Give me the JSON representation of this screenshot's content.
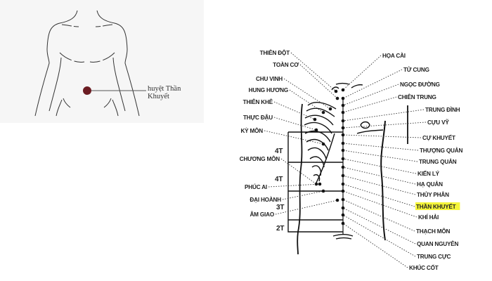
{
  "left_panel": {
    "point_label": "huyệt Thần Khuyết",
    "point_color": "#6b1c22"
  },
  "diagram": {
    "left_labels": [
      "THIÊN ĐỘT",
      "TOÀN CƠ",
      "CHU VINH",
      "HUNG HƯƠNG",
      "THIÊN KHÊ",
      "THỰC ĐẬU",
      "KỲ MÔN",
      "CHƯƠNG MÔN",
      "PHÚC AI",
      "ĐẠI HOÀNH",
      "ÂM GIAO"
    ],
    "segment_labels": [
      "4T",
      "4T",
      "3T",
      "2T"
    ],
    "right_labels": [
      "HỌA CÀI",
      "TỬ CUNG",
      "NGỌC ĐƯỜNG",
      "CHIÊN TRUNG",
      "TRUNG ĐÌNH",
      "CỰU VỸ",
      "CỰ KHUYẾT",
      "THƯỢNG QUẢN",
      "TRUNG QUẢN",
      "KIẾN LÝ",
      "HẠ QUẢN",
      "THỦY PHÂN",
      "THẦN KHUYẾT",
      "KHÍ HẢI",
      "THẠCH MÔN",
      "QUAN NGUYÊN",
      "TRUNG CỰC",
      "KHÚC CỐT"
    ],
    "highlighted_label": "THẦN KHUYẾT",
    "highlight_color": "#f5f53a"
  }
}
